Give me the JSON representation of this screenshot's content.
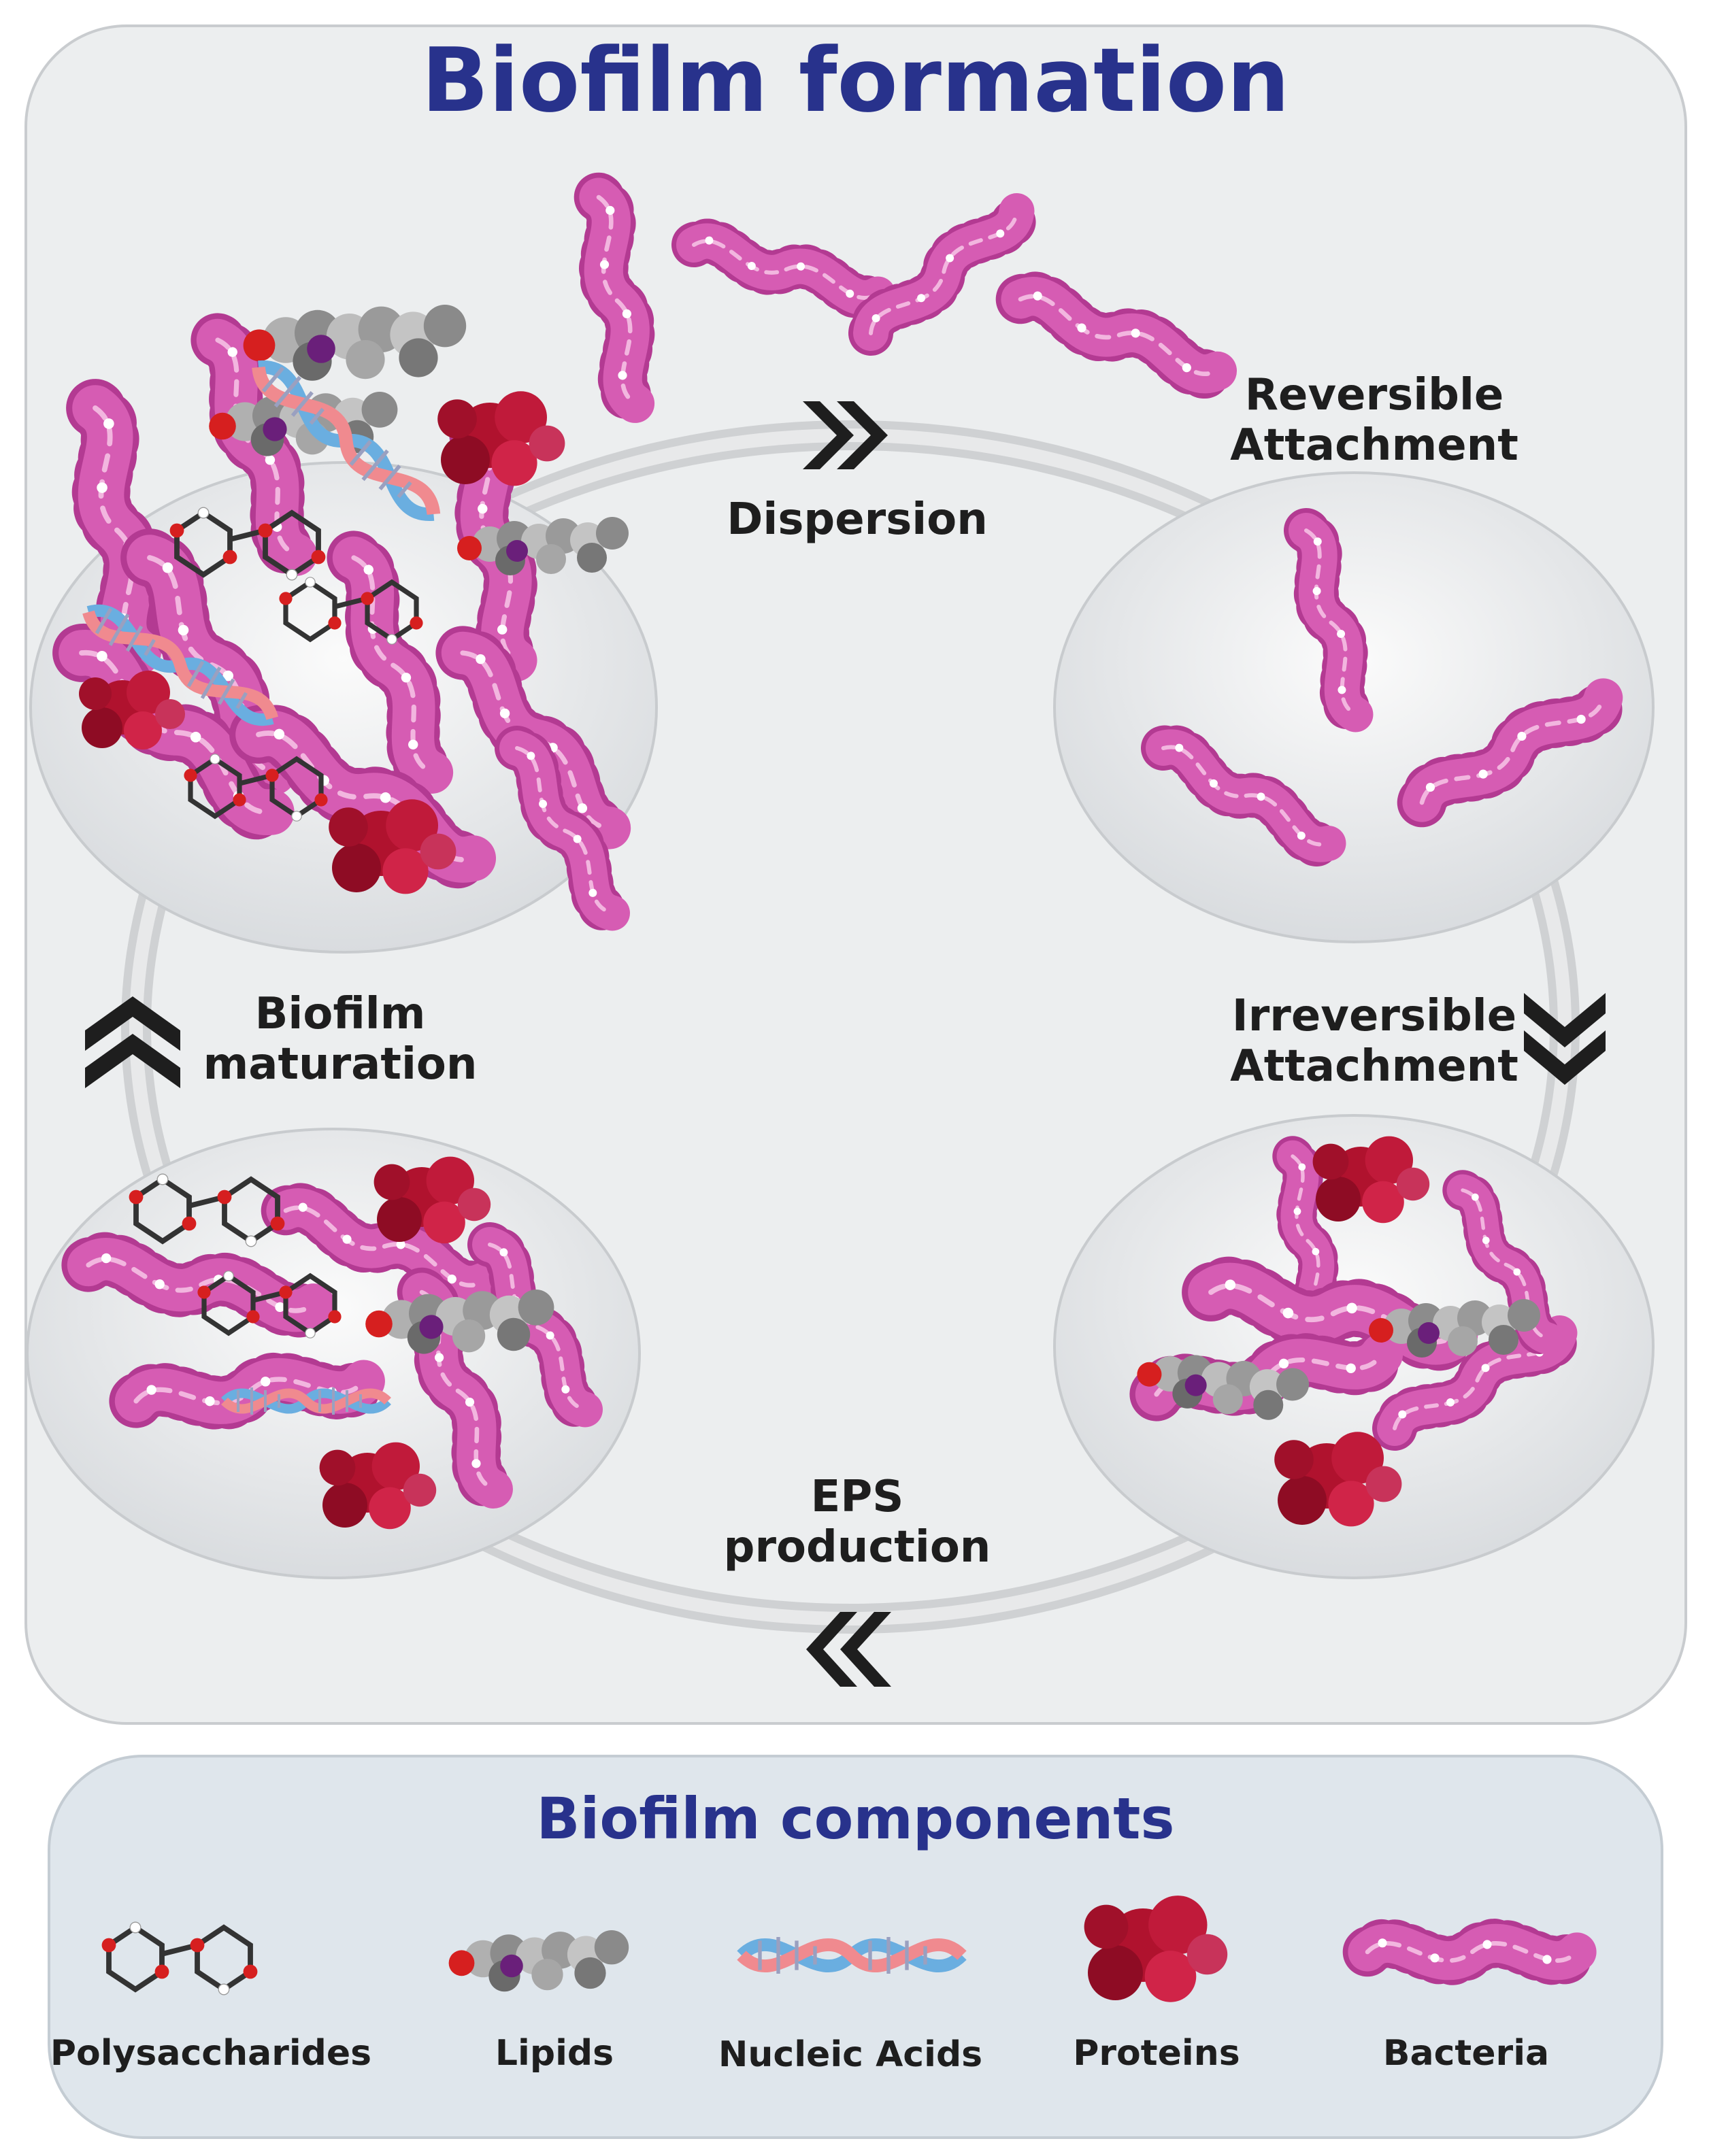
{
  "title": "Biofilm formation",
  "stages": {
    "dispersion": "Dispersion",
    "reversible": [
      "Reversible",
      "Attachment"
    ],
    "irreversible": [
      "Irreversible",
      "Attachment"
    ],
    "eps": [
      "EPS",
      "production"
    ],
    "maturation": [
      "Biofilm",
      "maturation"
    ]
  },
  "components": {
    "title": "Biofilm components",
    "items": [
      "Polysaccharides",
      "Lipids",
      "Nucleic Acids",
      "Proteins",
      "Bacteria"
    ]
  },
  "colors": {
    "title": "#28328c",
    "bacteria": "#d65cb3",
    "bacteria_outline": "#b33a92",
    "protein": "#b0122e",
    "dna_blue": "#6aaee0",
    "dna_red": "#f08a8f",
    "lipid": "#9a9a9a",
    "lipid_accent": "#6a1f7a"
  }
}
